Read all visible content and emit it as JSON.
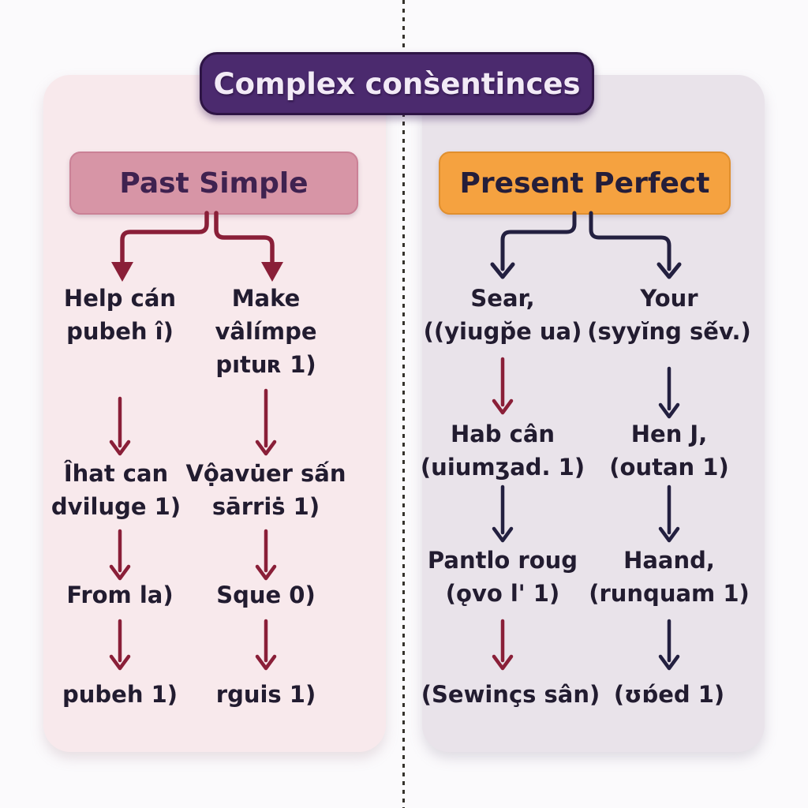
{
  "title": "Complex cons̀entinces",
  "colors": {
    "maroon": "#8a1f38",
    "navy": "#232040",
    "title_banner_bg": "#4b2a6e",
    "past_banner_bg": "#d795a6",
    "perfect_banner_bg": "#f5a240",
    "left_panel_bg": "#f8e9ec",
    "right_panel_bg": "#e9e3ea",
    "node_text": "#221c30"
  },
  "left_panel": {
    "header": "Past Simple",
    "columns": [
      {
        "nodes": [
          {
            "lines": [
              "Help cán",
              "pubeh î)"
            ]
          },
          {
            "lines": [
              "Îhat can",
              "dviluge 1)"
            ]
          },
          {
            "lines": [
              "From la)"
            ]
          },
          {
            "lines": [
              "pubeh 1)"
            ]
          }
        ]
      },
      {
        "nodes": [
          {
            "lines": [
              "Make",
              "vâlímpe",
              "pıtuʀ 1)"
            ]
          },
          {
            "lines": [
              "Vộavu̇er sấn",
              "sārriṡ 1)"
            ]
          },
          {
            "lines": [
              "Sque 0)"
            ]
          },
          {
            "lines": [
              "rguis 1)"
            ]
          }
        ]
      }
    ]
  },
  "right_panel": {
    "header": "Present Perfect",
    "columns": [
      {
        "nodes": [
          {
            "lines": [
              "Sear,",
              "((yiugp̆e ua)"
            ]
          },
          {
            "lines": [
              "Hab cân",
              "(uiumʒad. 1)"
            ]
          },
          {
            "lines": [
              "Pantlo roug",
              "(ǫvo l' 1)"
            ]
          },
          {
            "lines": [
              "(Sewinçs sân)"
            ]
          }
        ]
      },
      {
        "nodes": [
          {
            "lines": [
              "Your",
              "(syyĭng sẽ́v.)"
            ]
          },
          {
            "lines": [
              "Hen J,",
              "(outan 1)"
            ]
          },
          {
            "lines": [
              "Haand,",
              "(runquam 1)"
            ]
          },
          {
            "lines": [
              "(ʊɒ́ed 1)"
            ]
          }
        ]
      }
    ]
  }
}
